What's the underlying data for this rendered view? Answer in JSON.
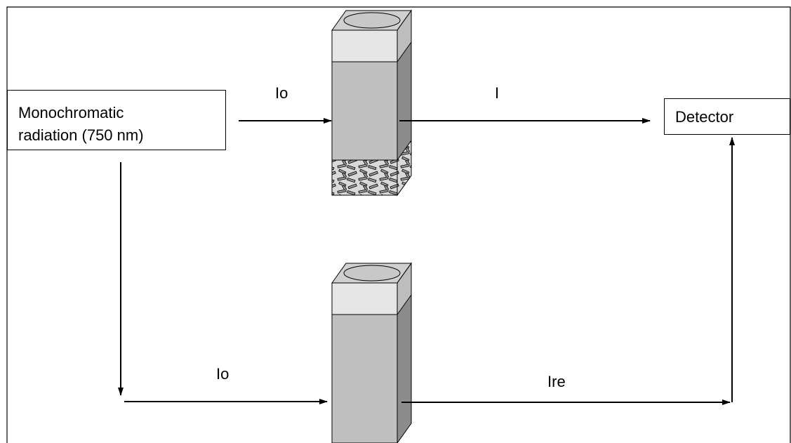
{
  "source": {
    "line1": "Monochromatic",
    "line2": "radiation (750 nm)"
  },
  "detector": {
    "label": "Detector"
  },
  "labels": {
    "io_top": "Io",
    "i_top": "I",
    "io_bottom": "Io",
    "ire_bottom": "Ire"
  },
  "colors": {
    "cuvette_front": "#c0c0c0",
    "cuvette_side": "#8c8c8c",
    "cuvette_cap": "#e6e6e6",
    "lines": "#000000"
  }
}
